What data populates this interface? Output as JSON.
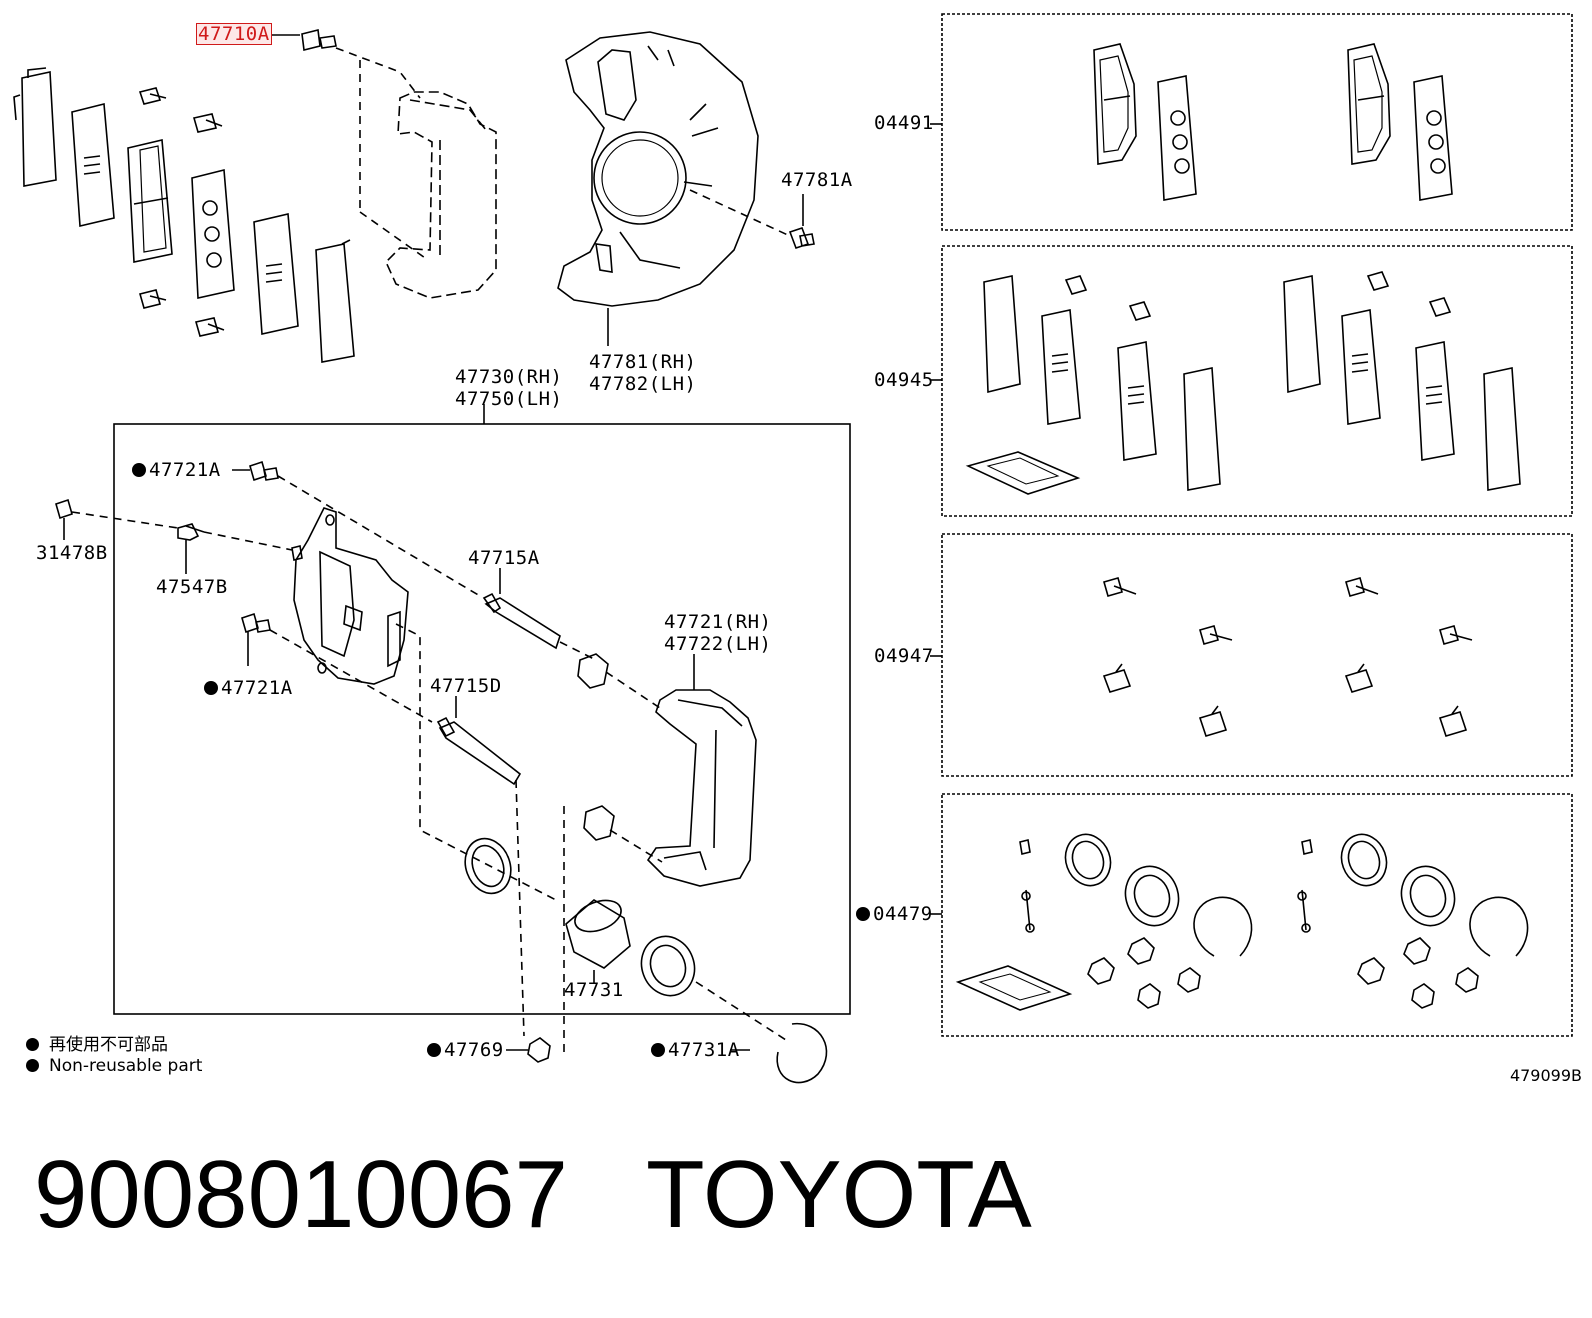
{
  "labels": {
    "p47710A": "47710A",
    "p47781A": "47781A",
    "p47781": "47781(RH)",
    "p47782": "47782(LH)",
    "p47730": "47730(RH)",
    "p47750": "47750(LH)",
    "p47721A_top": "47721A",
    "p31478B": "31478B",
    "p47547B": "47547B",
    "p47715A": "47715A",
    "p47721A_low": "47721A",
    "p47715D": "47715D",
    "p47721": "47721(RH)",
    "p47722": "47722(LH)",
    "p47731": "47731",
    "p47769": "47769",
    "p47731A": "47731A",
    "p04491": "04491",
    "p04945": "04945",
    "p04947": "04947",
    "p04479": "04479"
  },
  "legend": {
    "line1": "再使用不可部品",
    "line2": "Non-reusable part"
  },
  "diagram_id": "479099B",
  "footer": {
    "part_number": "9008010067",
    "brand": "TOYOTA"
  },
  "highlighted_part": "47710A"
}
